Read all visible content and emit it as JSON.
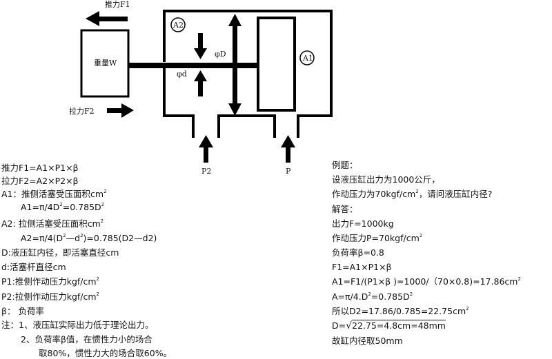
{
  "diagram": {
    "push_label": "推力F1",
    "pull_label": "拉力F2",
    "weight_label": "重量W",
    "a2_label": "A2",
    "a1_label": "A1",
    "phi_D_label": "φD",
    "phi_d_label": "φd",
    "p2_label": "P2",
    "p_label": "P"
  },
  "left_notes": {
    "l1": "推力F1=A1×P1×β",
    "l2": "拉力F2=A2×P2×β",
    "l3": "A1：推侧活塞受压面积cm",
    "l3_sup": "2",
    "l4a": "A1=π/4D",
    "l4_sup": "2",
    "l4b": "=0.785D",
    "l4_sup2": "2",
    "l5": "A2: 拉侧活塞受压面积cm",
    "l5_sup": "2",
    "l6a": "A2=π/4(D",
    "l6_sup": "2",
    "l6b": "—d",
    "l6_sup2": "2",
    "l6c": ")=0.785(D2—d2)",
    "l7": "D:液压缸内径，即活塞直径cm",
    "l8": "d:活塞杆直径cm",
    "l9": "P1:推侧作动压力kgf/cm",
    "l9_sup": "2",
    "l10": "P2:拉侧作动压力kgf/cm",
    "l10_sup": "2",
    "l11": "β： 负荷率",
    "l12": "注：1、液压缸实际出力低于理论出力。",
    "l13": "2、负荷率β值，在惯性力小的场合",
    "l14": "取80%，惯性力大的场合取60%。"
  },
  "right_notes": {
    "r1": "例题：",
    "r2": "设液压缸出力为1000公斤，",
    "r3a": "作动压力为70kgf/cm",
    "r3_sup": "2",
    "r3b": "，请问液压缸内径?",
    "r4": "解答：",
    "r5": "出力F=1000kg",
    "r6": "作动压力P=70kgf/cm",
    "r6_sup": "2",
    "r7": "负荷率β=0.8",
    "r8": "F1=A1×P1×β",
    "r9": "A1=F1/(P1×β )=1000/（70×0.8)=17.86cm",
    "r9_sup": "2",
    "r10a": "A=π/4.D",
    "r10_sup": "2",
    "r10b": "=0.785D",
    "r10_sup2": "2",
    "r11": "所以D2=17.86/0.785=22.75cm",
    "r11_sup": "2",
    "r12a": "D=",
    "r12b": "22.75=4.8cm=48mm",
    "r13": "故缸内径取50mm"
  }
}
